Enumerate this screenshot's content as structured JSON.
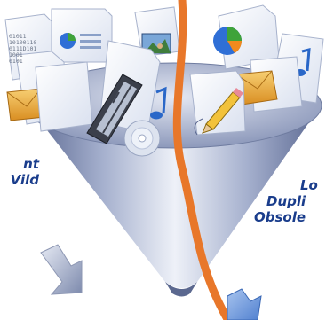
{
  "labels": {
    "left_lines": [
      "nt",
      "Vild"
    ],
    "right_lines": [
      "Lo",
      "Dupli",
      "Obsole"
    ]
  },
  "binary_doc_text": [
    "01011",
    "10100110",
    "0111D101",
    "1001",
    "0101"
  ],
  "icons": {
    "funnel": "funnel-icon",
    "documents": "document-icon",
    "email": "envelope-icon",
    "film": "film-strip-icon",
    "music": "music-note-icon",
    "cd": "cd-disc-icon",
    "picture": "picture-icon",
    "pie_chart": "pie-chart-icon",
    "pencil": "pencil-icon",
    "arrows": "arrow-icon"
  },
  "colors": {
    "funnel": "#8a97b5",
    "label_text": "#1a3d8c",
    "orange_path": "#e8772a",
    "pie_blue": "#2f6fd6",
    "pie_green": "#3fa33a",
    "pie_orange": "#f08a1e",
    "envelope": "#e9a93b",
    "music_note": "#2a67c8"
  }
}
